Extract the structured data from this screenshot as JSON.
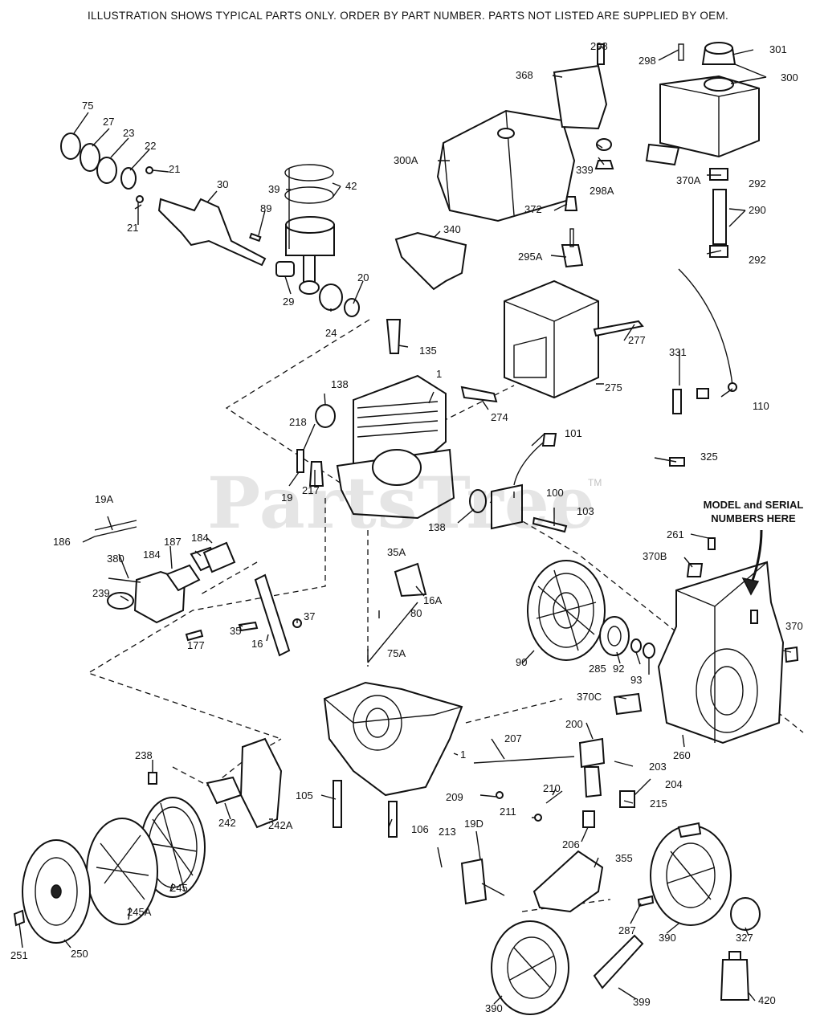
{
  "header": "ILLUSTRATION SHOWS TYPICAL PARTS ONLY.  ORDER BY PART NUMBER.  PARTS NOT LISTED ARE SUPPLIED BY OEM.",
  "watermark": "PartsTree",
  "trademark": "TM",
  "note_line1": "MODEL and SERIAL",
  "note_line2": "NUMBERS HERE",
  "callouts": [
    "75",
    "27",
    "23",
    "22",
    "21",
    "21",
    "30",
    "89",
    "39",
    "42",
    "29",
    "24",
    "20",
    "298",
    "368",
    "300A",
    "339",
    "298A",
    "298",
    "301",
    "300",
    "370A",
    "292",
    "290",
    "292",
    "340",
    "372",
    "295A",
    "135",
    "277",
    "138",
    "1",
    "275",
    "274",
    "218",
    "101",
    "331",
    "110",
    "19",
    "217",
    "100",
    "325",
    "103",
    "19A",
    "186",
    "138",
    "35A",
    "380",
    "187",
    "184",
    "184",
    "16A",
    "239",
    "37",
    "80",
    "35",
    "16",
    "75A",
    "177",
    "90",
    "285",
    "92",
    "93",
    "261",
    "370B",
    "370",
    "370C",
    "200",
    "207",
    "203",
    "204",
    "260",
    "1",
    "238",
    "105",
    "106",
    "209",
    "210",
    "215",
    "211",
    "242",
    "242A",
    "213",
    "19D",
    "206",
    "355",
    "245",
    "245A",
    "287",
    "390",
    "327",
    "251",
    "250",
    "390",
    "399",
    "420"
  ],
  "colors": {
    "ink": "#111111",
    "paper": "#ffffff",
    "watermark": "#e6e6e6"
  }
}
